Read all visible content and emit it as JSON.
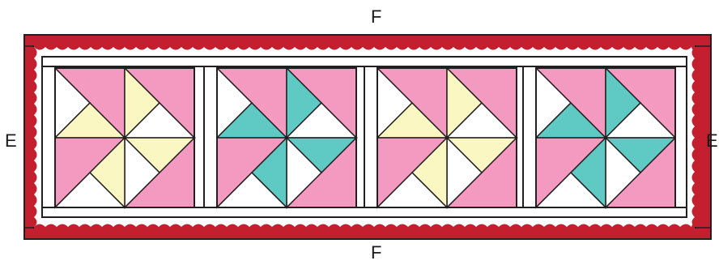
{
  "labels": {
    "top": "F",
    "bottom": "F",
    "left": "E",
    "right": "E"
  },
  "colors": {
    "border_red": "#c41f2f",
    "outline": "#231f20",
    "background_white": "#ffffff",
    "pink": "#f49ac1",
    "yellow": "#fbf7c3",
    "teal": "#5fc9c4"
  },
  "blocks": [
    {
      "accent": "yellow"
    },
    {
      "accent": "teal"
    },
    {
      "accent": "yellow"
    },
    {
      "accent": "teal"
    }
  ]
}
